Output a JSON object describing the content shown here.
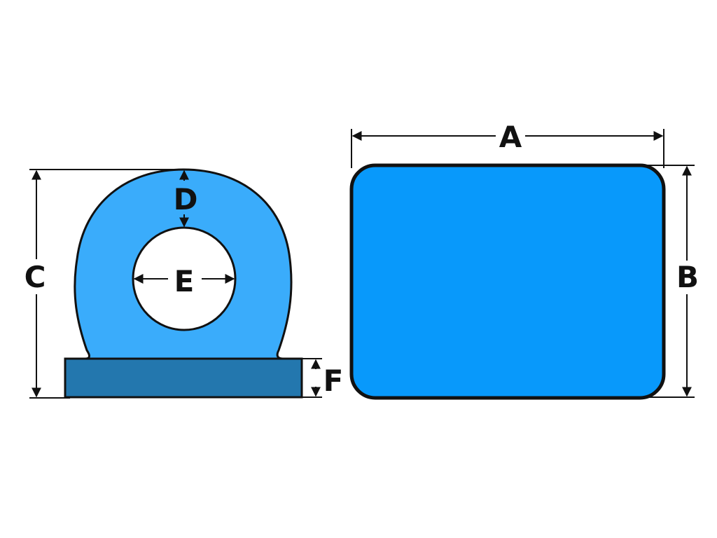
{
  "labels": {
    "a": "A",
    "b": "B",
    "c": "C",
    "d": "D",
    "e": "E",
    "f": "F"
  },
  "colors": {
    "ring": "#3aacfb",
    "base": "#2377ae",
    "block": "#0899fb",
    "outline": "#111111",
    "hole": "#ffffff"
  }
}
